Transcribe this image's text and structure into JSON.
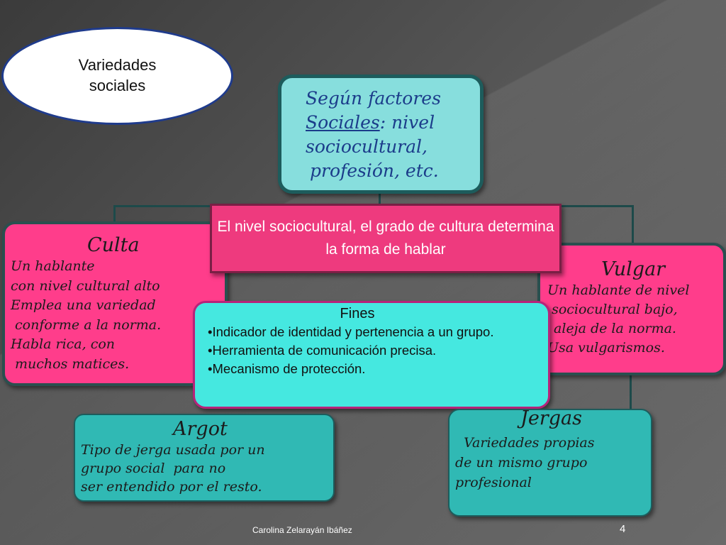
{
  "ellipse": {
    "line1": "Variedades",
    "line2": "sociales"
  },
  "top_box": {
    "line1": "Según factores",
    "line2_underlined": "Sociales",
    "line2_rest": ": nivel",
    "line3": "sociocultural,",
    "line4": "profesión, etc."
  },
  "nivel_box": {
    "text": "El nivel sociocultural, el grado de cultura determina la forma de hablar"
  },
  "culta": {
    "title": "Culta",
    "lines": [
      "Un hablante",
      "con nivel cultural alto",
      "Emplea una variedad",
      " conforme a la norma.",
      "Habla rica, con",
      " muchos matices."
    ]
  },
  "vulgar": {
    "title": "Vulgar",
    "lines": [
      " Un hablante de nivel",
      "  sociocultural bajo,",
      "se aleja de la norma.",
      " Usa vulgarismos."
    ]
  },
  "fines": {
    "title": "Fines",
    "items": [
      "•Indicador de identidad y pertenencia a un grupo.",
      "•Herramienta de comunicación precisa.",
      "•Mecanismo de protección."
    ]
  },
  "argot": {
    "title": "Argot",
    "lines": [
      "Tipo de jerga usada por un",
      "grupo social  para no",
      "ser entendido por el resto."
    ]
  },
  "jergas": {
    "title": "Jergas",
    "lines": [
      "  Variedades propias",
      "de un mismo grupo",
      "profesional"
    ]
  },
  "footer": {
    "author": "Carolina Zelarayán Ibáñez",
    "page": "4"
  },
  "colors": {
    "teal_light": "#87dedd",
    "pink": "#ff3d8b",
    "cyan": "#45e8e0",
    "teal_dark": "#30b9b4",
    "ellipse_border": "#1f3b8c"
  }
}
